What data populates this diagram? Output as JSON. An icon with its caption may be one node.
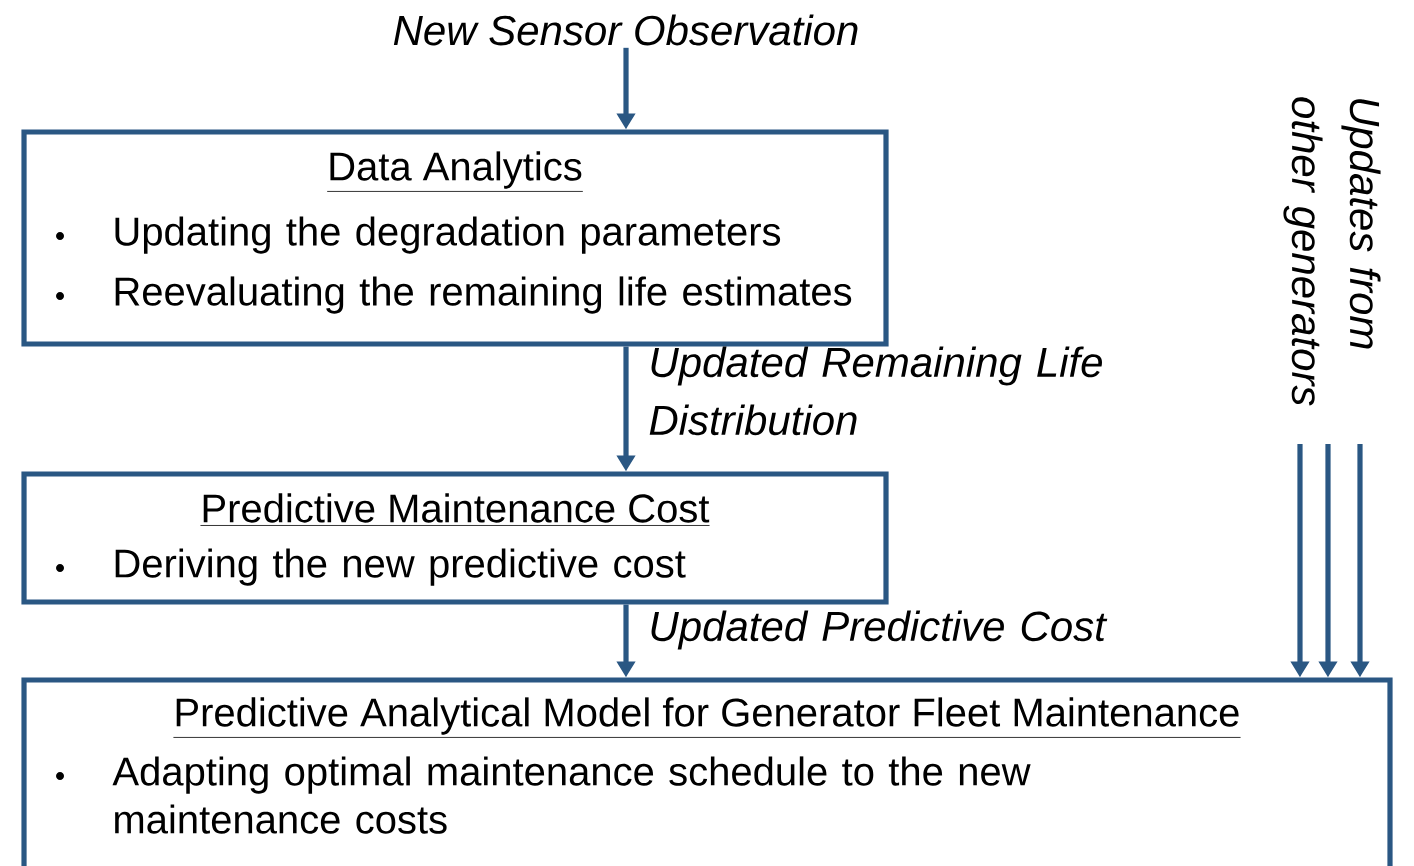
{
  "diagram": {
    "nodes": [
      {
        "text": [
          "New Sensor Observation"
        ]
      },
      {
        "text": [
          "Data Analytics",
          "Updating the degradation parameters",
          "Reevaluating the remaining life estimates"
        ]
      },
      {
        "text": [
          "Predictive Maintenance Cost",
          "Deriving the new predictive cost"
        ]
      },
      {
        "text": [
          "Predictive Analytical Model for Generator Fleet Maintenance",
          "Adapting optimal maintenance schedule to the new maintenance costs"
        ]
      },
      {
        "text": [
          "Updates from other generators"
        ]
      }
    ],
    "edges": [
      {
        "from": 0,
        "to": 1,
        "arrow": "to"
      },
      {
        "from": 1,
        "to": 2,
        "arrow": "to",
        "label": "Updated Remaining Life Distribution"
      },
      {
        "from": 2,
        "to": 3,
        "arrow": "to",
        "label": "Updated Predictive Cost"
      },
      {
        "from": 4,
        "to": 3,
        "arrow": "to"
      },
      {
        "from": 4,
        "to": 3,
        "arrow": "to"
      },
      {
        "from": 4,
        "to": 3,
        "arrow": "to"
      }
    ]
  }
}
